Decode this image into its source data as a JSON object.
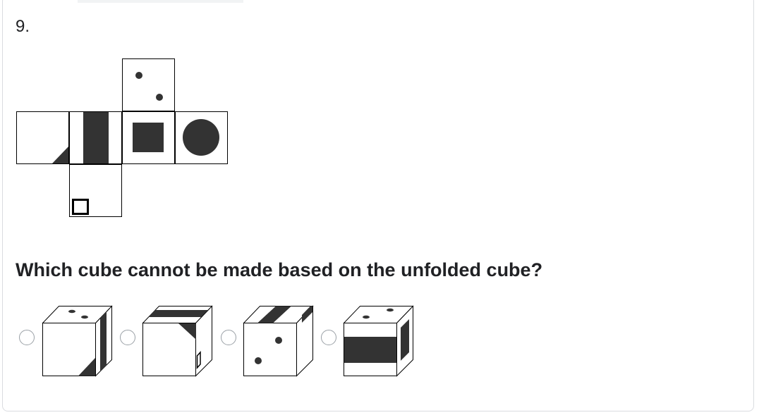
{
  "question": {
    "number": "9.",
    "prompt": "Which cube cannot be made based on the unfolded cube?"
  },
  "options": [
    {
      "name": "option-a"
    },
    {
      "name": "option-b"
    },
    {
      "name": "option-c"
    },
    {
      "name": "option-d"
    }
  ],
  "colors": {
    "ink": "#333333",
    "radio_border": "#9aa0a6",
    "card_border": "#dadce0"
  }
}
